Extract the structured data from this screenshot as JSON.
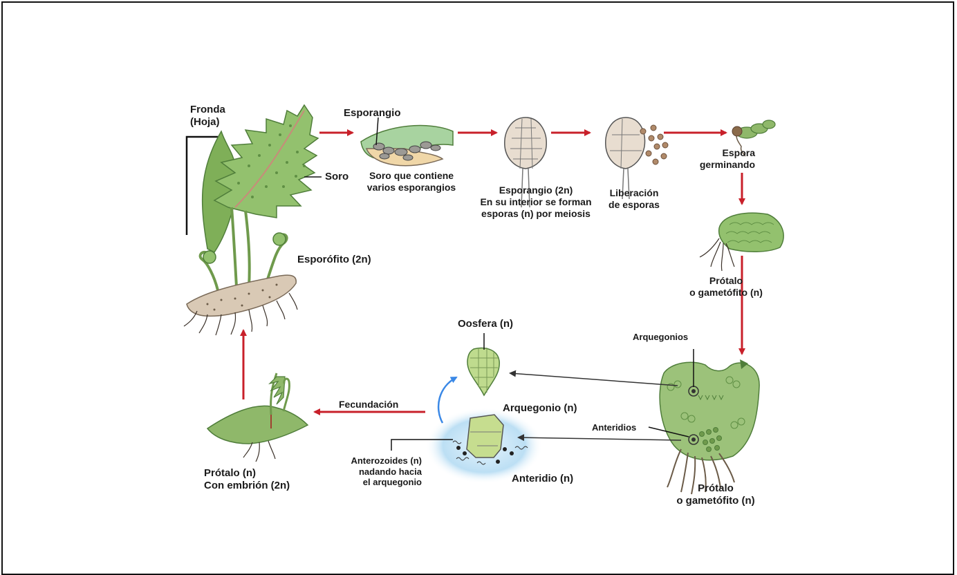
{
  "colors": {
    "arrow_red": "#c8202a",
    "arrow_blue": "#3a88e6",
    "arrow_dark": "#333333",
    "plant_green": "#8fb86a",
    "plant_dark": "#4f7d3a",
    "rhizome": "#d9c9b5",
    "water": "#bcdff4"
  },
  "labels": {
    "fronda": "Fronda\n(Hoja)",
    "soro": "Soro",
    "esporofito": "Esporófito (2n)",
    "esporangio_top": "Esporangio",
    "soro_desc": "Soro que contiene\nvarios esporangios",
    "esporangio_2n": "Esporangio (2n)\nEn su interior se forman\nesporas (n) por meiosis",
    "liberacion": "Liberación\nde esporas",
    "espora_germ": "Espora\ngerminando",
    "protalo_right": "Prótalo\no gametófito (n)",
    "arquegonios": "Arquegonios",
    "anteridios": "Anteridios",
    "protalo_bottom": "Prótalo\no gametófito (n)",
    "oosfera": "Oosfera (n)",
    "arquegonio": "Arquegonio (n)",
    "anteridio": "Anteridio (n)",
    "anterozoides": "Anterozoides (n)\nnadando hacia\nel arquegonio",
    "fecundacion": "Fecundación",
    "protalo_embrion": "Prótalo (n)\nCon embrión (2n)"
  }
}
